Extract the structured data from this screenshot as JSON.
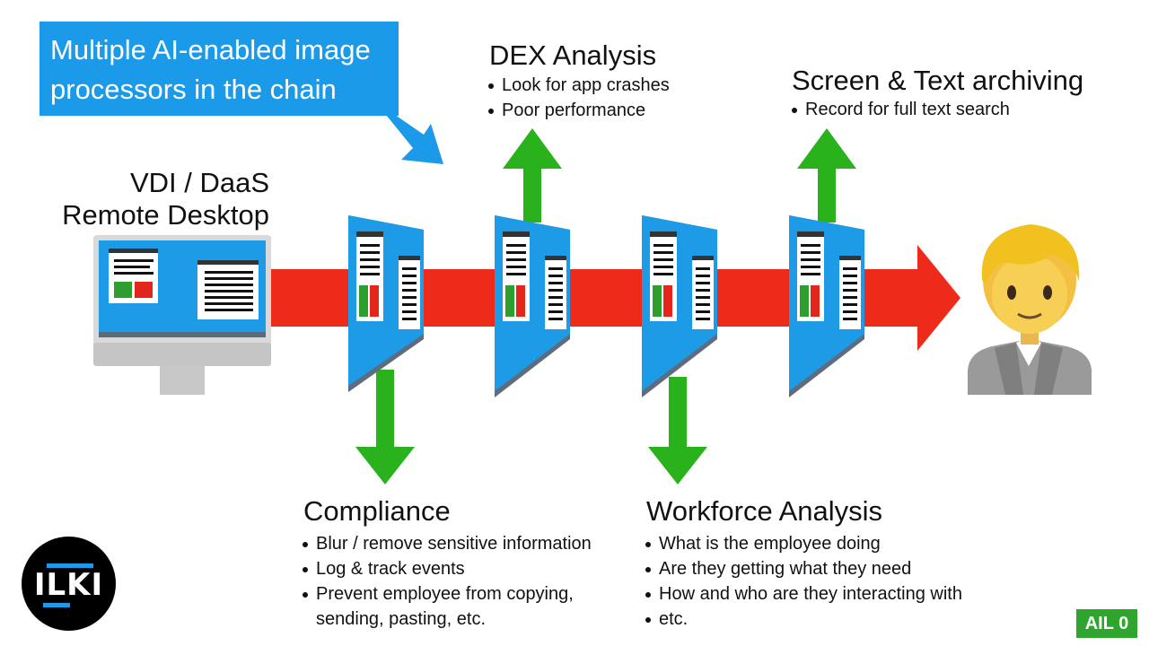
{
  "callout": {
    "text_line1": "Multiple AI-enabled image",
    "text_line2": "processors in the chain"
  },
  "source": {
    "line1": "VDI / DaaS",
    "line2": "Remote Desktop"
  },
  "dex": {
    "title": "DEX Analysis",
    "bullets": [
      "Look for app crashes",
      "Poor performance"
    ]
  },
  "archiving": {
    "title": "Screen & Text archiving",
    "bullets": [
      "Record for full text search"
    ]
  },
  "compliance": {
    "title": "Compliance",
    "bullets": [
      "Blur / remove sensitive information",
      "Log & track events",
      "Prevent employee from copying,"
    ],
    "continuation": "sending, pasting, etc."
  },
  "workforce": {
    "title": "Workforce Analysis",
    "bullets": [
      "What is the employee doing",
      "Are they getting what they need",
      "How and who are they interacting with",
      "etc."
    ]
  },
  "logo": {
    "text": "ILKI"
  },
  "badge": {
    "text": "AIL 0"
  },
  "colors": {
    "flow_arrow": "#ee2a1b",
    "output_arrow": "#29b21c",
    "processor_panel": "#1e9be6",
    "callout_bg": "#1a9ae8",
    "badge_bg": "#2fa52f"
  },
  "icons": {
    "end_user": "person-icon",
    "source_device": "monitor-icon"
  }
}
